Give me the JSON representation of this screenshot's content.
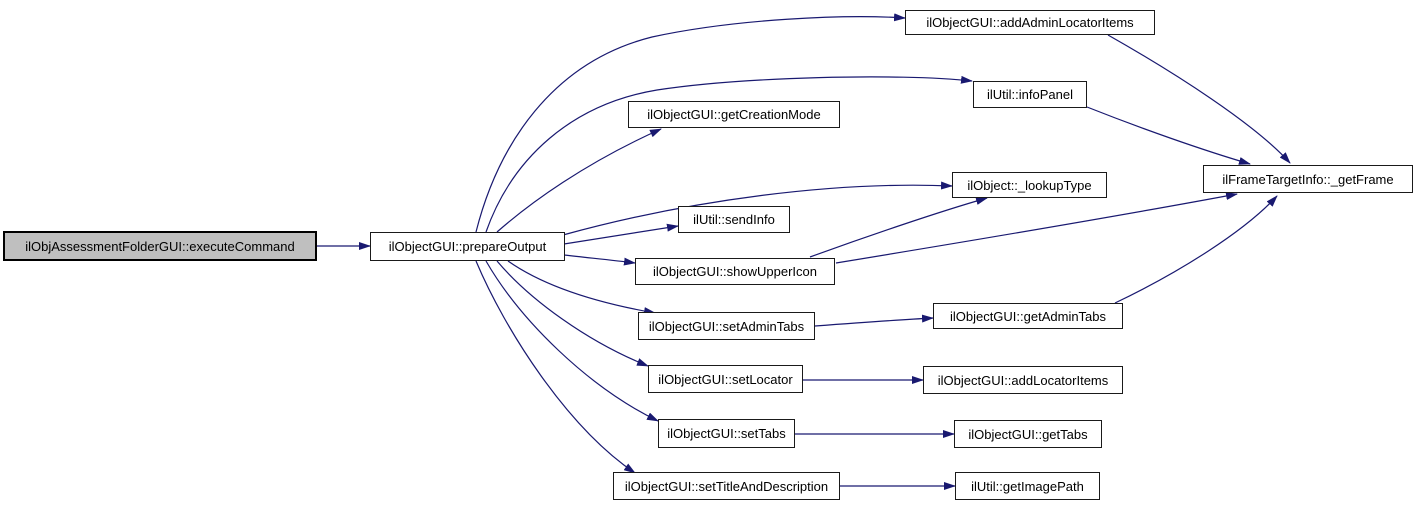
{
  "graph": {
    "type": "call-graph",
    "background": "#ffffff",
    "edge_color": "#191970",
    "node_fill": "#ffffff",
    "node_border": "#000000",
    "root_node_fill": "#bfbfbf",
    "nodes": [
      {
        "id": "executeCommand",
        "label": "ilObjAssessmentFolderGUI::executeCommand",
        "role": "root"
      },
      {
        "id": "prepareOutput",
        "label": "ilObjectGUI::prepareOutput"
      },
      {
        "id": "addAdminLocatorItems",
        "label": "ilObjectGUI::addAdminLocatorItems"
      },
      {
        "id": "infoPanel",
        "label": "ilUtil::infoPanel"
      },
      {
        "id": "getCreationMode",
        "label": "ilObjectGUI::getCreationMode"
      },
      {
        "id": "lookupType",
        "label": "ilObject::_lookupType"
      },
      {
        "id": "sendInfo",
        "label": "ilUtil::sendInfo"
      },
      {
        "id": "showUpperIcon",
        "label": "ilObjectGUI::showUpperIcon"
      },
      {
        "id": "setAdminTabs",
        "label": "ilObjectGUI::setAdminTabs"
      },
      {
        "id": "getAdminTabs",
        "label": "ilObjectGUI::getAdminTabs"
      },
      {
        "id": "setLocator",
        "label": "ilObjectGUI::setLocator"
      },
      {
        "id": "addLocatorItems",
        "label": "ilObjectGUI::addLocatorItems"
      },
      {
        "id": "setTabs",
        "label": "ilObjectGUI::setTabs"
      },
      {
        "id": "getTabs",
        "label": "ilObjectGUI::getTabs"
      },
      {
        "id": "setTitleAndDescription",
        "label": "ilObjectGUI::setTitleAndDescription"
      },
      {
        "id": "getImagePath",
        "label": "ilUtil::getImagePath"
      },
      {
        "id": "getFrame",
        "label": "ilFrameTargetInfo::_getFrame"
      }
    ],
    "edges": [
      [
        "executeCommand",
        "prepareOutput"
      ],
      [
        "prepareOutput",
        "addAdminLocatorItems"
      ],
      [
        "prepareOutput",
        "infoPanel"
      ],
      [
        "prepareOutput",
        "getCreationMode"
      ],
      [
        "prepareOutput",
        "lookupType"
      ],
      [
        "prepareOutput",
        "sendInfo"
      ],
      [
        "prepareOutput",
        "showUpperIcon"
      ],
      [
        "prepareOutput",
        "setAdminTabs"
      ],
      [
        "prepareOutput",
        "setLocator"
      ],
      [
        "prepareOutput",
        "setTabs"
      ],
      [
        "prepareOutput",
        "setTitleAndDescription"
      ],
      [
        "showUpperIcon",
        "lookupType"
      ],
      [
        "showUpperIcon",
        "getFrame"
      ],
      [
        "addAdminLocatorItems",
        "getFrame"
      ],
      [
        "infoPanel",
        "getFrame"
      ],
      [
        "getAdminTabs",
        "getFrame"
      ],
      [
        "setAdminTabs",
        "getAdminTabs"
      ],
      [
        "setLocator",
        "addLocatorItems"
      ],
      [
        "setTabs",
        "getTabs"
      ],
      [
        "setTitleAndDescription",
        "getImagePath"
      ]
    ]
  }
}
